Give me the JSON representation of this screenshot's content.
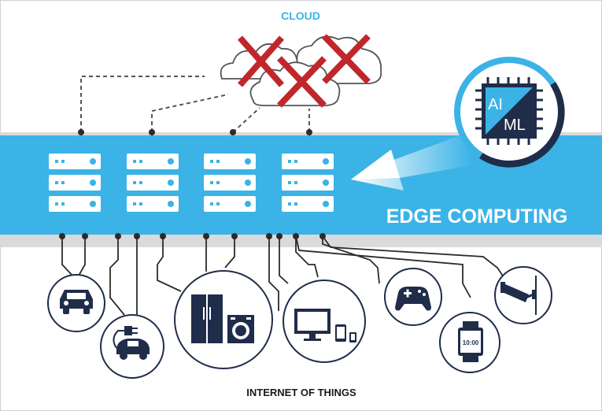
{
  "diagram": {
    "cloud_label": "CLOUD",
    "edge_label": "EDGE COMPUTING",
    "iot_label": "INTERNET OF THINGS",
    "chip": {
      "top": "AI",
      "bottom": "ML"
    },
    "watch_time": "10:00",
    "servers": [
      "server-1",
      "server-2",
      "server-3",
      "server-4"
    ],
    "devices": [
      "car",
      "electric-car",
      "fridge-washer",
      "computer",
      "gamepad",
      "smartwatch",
      "security-camera"
    ],
    "colors": {
      "edge_band": "#3bb3e6",
      "navy": "#1f2d4a",
      "cross": "#c0272d",
      "cloud_label": "#3bb3e6",
      "grey_band": "#d9dadb"
    }
  }
}
